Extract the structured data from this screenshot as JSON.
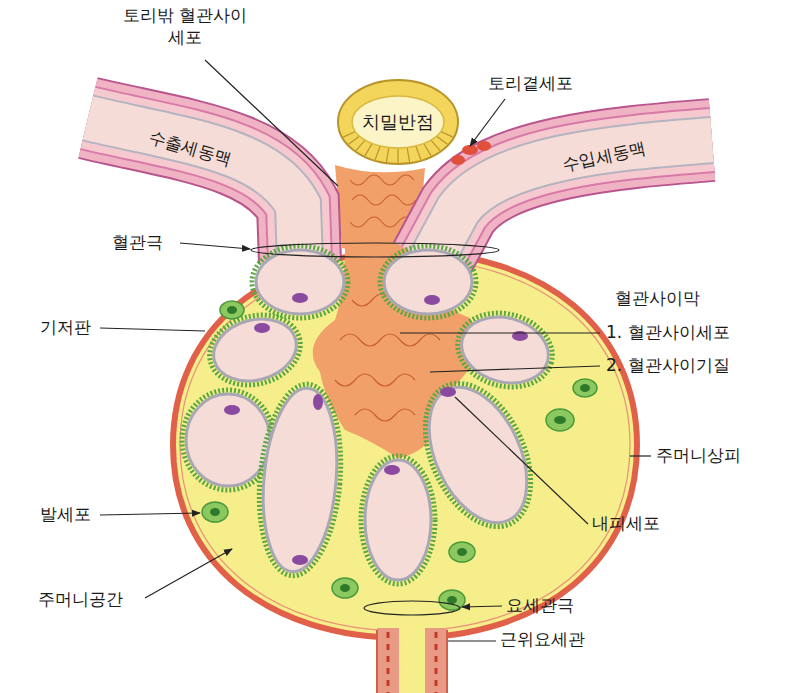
{
  "diagram": {
    "nodes": [
      {
        "text": [
          "치밀반점"
        ]
      }
    ],
    "labels": [
      "토리밖 혈관사이세포",
      "토리곁세포",
      "수출세동맥",
      "수입세동맥",
      "혈관극",
      "혈관사이막",
      "1. 혈관사이세포",
      "2. 혈관사이기질",
      "기저판",
      "주머니상피",
      "발세포",
      "내피세포",
      "주머니공간",
      "요세관극",
      "근위요세관"
    ]
  }
}
